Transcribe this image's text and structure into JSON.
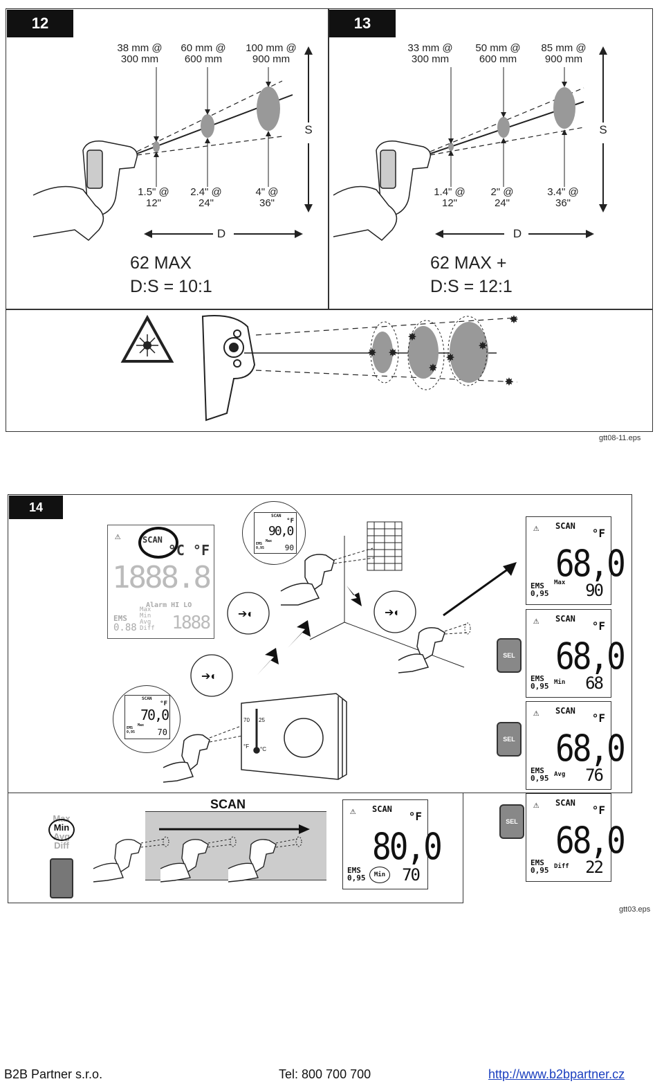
{
  "panel12": {
    "tag": "12",
    "top_labels": [
      "38 mm @\n300 mm",
      "60 mm @\n600 mm",
      "100 mm @\n900 mm"
    ],
    "bottom_labels": [
      "1.5\" @\n12\"",
      "2.4\" @\n24\"",
      "4\" @\n36\""
    ],
    "d_label": "D",
    "s_label": "S",
    "model": "62 MAX",
    "ratio": "D:S = 10:1"
  },
  "panel13": {
    "tag": "13",
    "top_labels": [
      "33 mm @\n300 mm",
      "50 mm @\n600 mm",
      "85 mm @\n900 mm"
    ],
    "bottom_labels": [
      "1.4\" @\n12\"",
      "2\" @\n24\"",
      "3.4\" @\n36\""
    ],
    "d_label": "D",
    "s_label": "S",
    "model": "62 MAX +",
    "ratio": "D:S = 12:1"
  },
  "figure_top_file": "gtt08-11.eps",
  "panel14": {
    "tag": "14",
    "full_display": {
      "scan": "SCAN",
      "unit": "°C °F",
      "main": "1888.8",
      "ems": "EMS",
      "ems_value": "0.88",
      "modes": "Max\nMin\nAvg\nDiff",
      "alarm": "Alarm HI LO",
      "sub": "1888"
    },
    "mini_displays": [
      {
        "scan": "SCAN",
        "unit": "°F",
        "main": "90,0",
        "mode": "Max",
        "ems": "EMS\n0,95",
        "sub": "90"
      },
      {
        "scan": "SCAN",
        "unit": "°F",
        "main": "70,0",
        "mode": "Max",
        "ems": "EMS\n0,95",
        "sub": "70"
      }
    ],
    "thermostat_labels": [
      "70",
      "25",
      "°F",
      "°C"
    ],
    "scan_bar_label": "SCAN",
    "mode_list": [
      "Max",
      "Min",
      "Avg",
      "Diff"
    ],
    "mode_selected": "Min",
    "scan_display": {
      "scan": "SCAN",
      "unit": "°F",
      "main": "80,0",
      "mode": "Min",
      "ems": "EMS\n0,95",
      "sub": "70"
    },
    "right_displays": [
      {
        "scan": "SCAN",
        "unit": "°F",
        "main": "68,0",
        "mode": "Max",
        "ems": "EMS\n0,95",
        "sub": "90"
      },
      {
        "scan": "SCAN",
        "unit": "°F",
        "main": "68,0",
        "mode": "Min",
        "ems": "EMS\n0,95",
        "sub": "68"
      },
      {
        "scan": "SCAN",
        "unit": "°F",
        "main": "68,0",
        "mode": "Avg",
        "ems": "EMS\n0,95",
        "sub": "76"
      },
      {
        "scan": "SCAN",
        "unit": "°F",
        "main": "68,0",
        "mode": "Diff",
        "ems": "EMS\n0,95",
        "sub": "22"
      }
    ],
    "sel_label": "SEL"
  },
  "figure_bottom_file": "gtt03.eps",
  "footer": {
    "company": "B2B Partner s.r.o.",
    "phone": "Tel: 800 700 700",
    "url": "http://www.b2bpartner.cz"
  }
}
